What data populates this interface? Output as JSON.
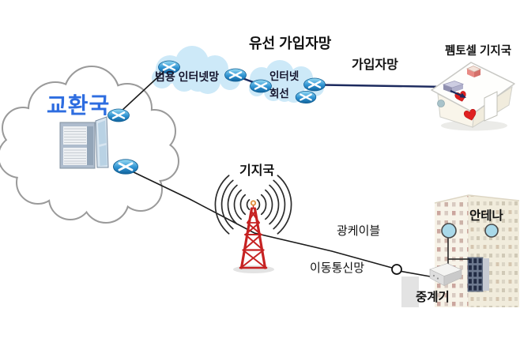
{
  "diagram": {
    "title_context": "korean-telecom-access-network-diagram",
    "labels": {
      "exchange_office": "교환국",
      "general_internet": "범용 인터넷망",
      "wired_subscriber": "유선 가입자망",
      "internet_line_1": "인터넷",
      "internet_line_2": "회선",
      "subscriber": "가입자망",
      "femtocell": "펨토셀 기지국",
      "base_station": "기지국",
      "optical_cable": "광케이블",
      "mobile_network": "이동통신망",
      "antenna": "안테나",
      "repeater": "중계기"
    },
    "icons": {
      "router": "blue-disc-router",
      "exchange_cloud": "white-cloud-gray-outline",
      "internet_clouds": "light-blue-cloud",
      "server_cabinet": "network-cabinet-open-door",
      "cell_tower": "red-lattice-tower",
      "radio_waves": "concentric-arcs",
      "house": "femtocell-house-with-hearts",
      "building": "office-building-windows",
      "antenna_dome": "light-blue-circle",
      "repeater_box": "gray-3d-box",
      "junction": "open-circle-node"
    },
    "colors": {
      "exchange_label_blue": "#2e6de0",
      "router_blue": "#2286c8",
      "cloud_blue": "#cde9f8",
      "cloud_outline_gray": "#9a9a9a",
      "tower_red": "#c62222",
      "cable_navy": "#1c2a5e",
      "cable_black": "#1a1a1a",
      "antenna_blue": "#a9d9e9",
      "heart_red": "#e02020"
    }
  }
}
